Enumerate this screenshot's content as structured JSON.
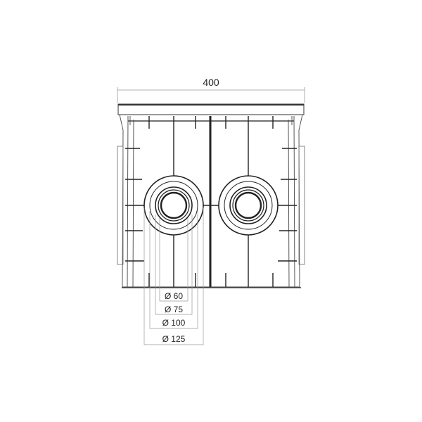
{
  "drawing": {
    "width_label": "400",
    "diameters": [
      "Ø 60",
      "Ø 75",
      "Ø 100",
      "Ø 125"
    ],
    "line_color": "#222222",
    "thin_color": "#888888"
  }
}
